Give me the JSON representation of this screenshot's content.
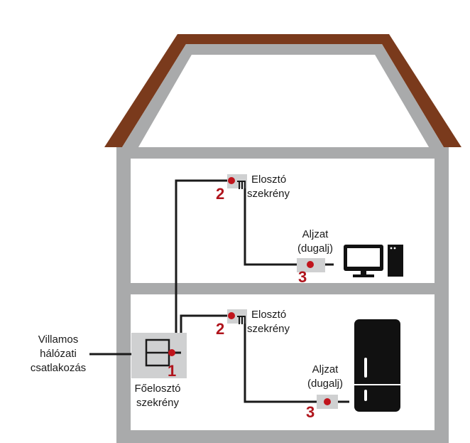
{
  "colors": {
    "roof": "#7a3a1c",
    "wall": "#a9aaab",
    "wire": "#1a1a1a",
    "node": "#c0141c",
    "number": "#b0141c",
    "box": "#cfd0d1",
    "appliance": "#111111"
  },
  "labels": {
    "grid_line1": "Villamos",
    "grid_line2": "hálózati",
    "grid_line3": "csatlakozás",
    "main_line1": "Főelosztó",
    "main_line2": "szekrény",
    "upper_dist_line1": "Elosztó",
    "upper_dist_line2": "szekrény",
    "lower_dist_line1": "Elosztó",
    "lower_dist_line2": "szekrény",
    "upper_socket_line1": "Aljzat",
    "upper_socket_line2": "(dugalj)",
    "lower_socket_line1": "Aljzat",
    "lower_socket_line2": "(dugalj)"
  },
  "numbers": {
    "main": "1",
    "upper_dist": "2",
    "lower_dist": "2",
    "upper_socket": "3",
    "lower_socket": "3"
  },
  "icons": {
    "computer": "computer-icon",
    "fridge": "fridge-icon",
    "meter": "meter-icon"
  }
}
